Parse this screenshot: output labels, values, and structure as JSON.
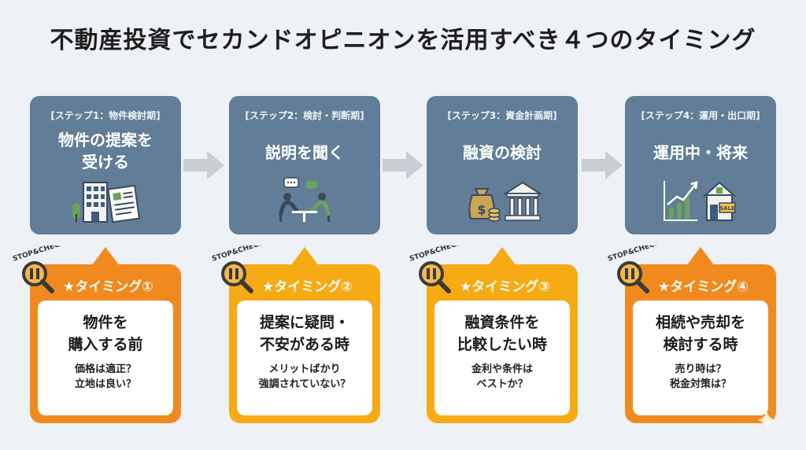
{
  "title": "不動産投資でセカンドオピニオンを活用すべき４つのタイミング",
  "steps": [
    {
      "tag": "[ステップ1：物件検討期]",
      "title": "物件の提案を\n受ける",
      "icon": "building-document-icon"
    },
    {
      "tag": "[ステップ2：検討・判断期]",
      "title": "説明を聞く",
      "icon": "meeting-icon"
    },
    {
      "tag": "[ステップ3：資金計画期]",
      "title": "融資の検討",
      "icon": "money-bank-icon"
    },
    {
      "tag": "[ステップ4：運用・出口期]",
      "title": "運用中・将来",
      "icon": "chart-house-sale-icon"
    }
  ],
  "badge_text": "STOP&CHECK",
  "sale_sign": "SALE",
  "timings": [
    {
      "label": "★タイミング①",
      "main": "物件を\n購入する前",
      "sub": "価格は適正？\n立地は良い？"
    },
    {
      "label": "★タイミング②",
      "main": "提案に疑問・\n不安がある時",
      "sub": "メリットばかり\n強調されていない？"
    },
    {
      "label": "★タイミング③",
      "main": "融資条件を\n比較したい時",
      "sub": "金利や条件は\nベストか？"
    },
    {
      "label": "★タイミング④",
      "main": "相続や売却を\n検討する時",
      "sub": "売り時は？\n税金対策は？"
    }
  ],
  "colors": {
    "step_bg": "#617d97",
    "orange": "#f08a1e",
    "yellow": "#f6ab14",
    "arrow": "#c9ced4"
  }
}
